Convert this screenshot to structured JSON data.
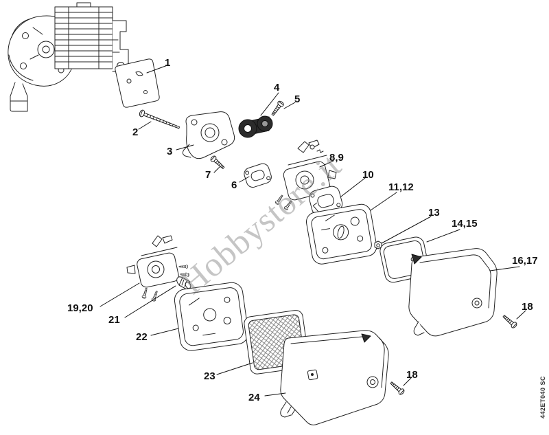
{
  "diagram": {
    "watermark": "Hobbystore.it",
    "part_code": "442ET040 SC",
    "callouts": {
      "c1": "1",
      "c2": "2",
      "c3": "3",
      "c4": "4",
      "c5": "5",
      "c6": "6",
      "c7": "7",
      "c8_9": "8,9",
      "c10": "10",
      "c11_12": "11,12",
      "c13": "13",
      "c14_15": "14,15",
      "c16_17": "16,17",
      "c18a": "18",
      "c19_20": "19,20",
      "c21": "21",
      "c22": "22",
      "c23": "23",
      "c24": "24",
      "c18b": "18"
    }
  }
}
